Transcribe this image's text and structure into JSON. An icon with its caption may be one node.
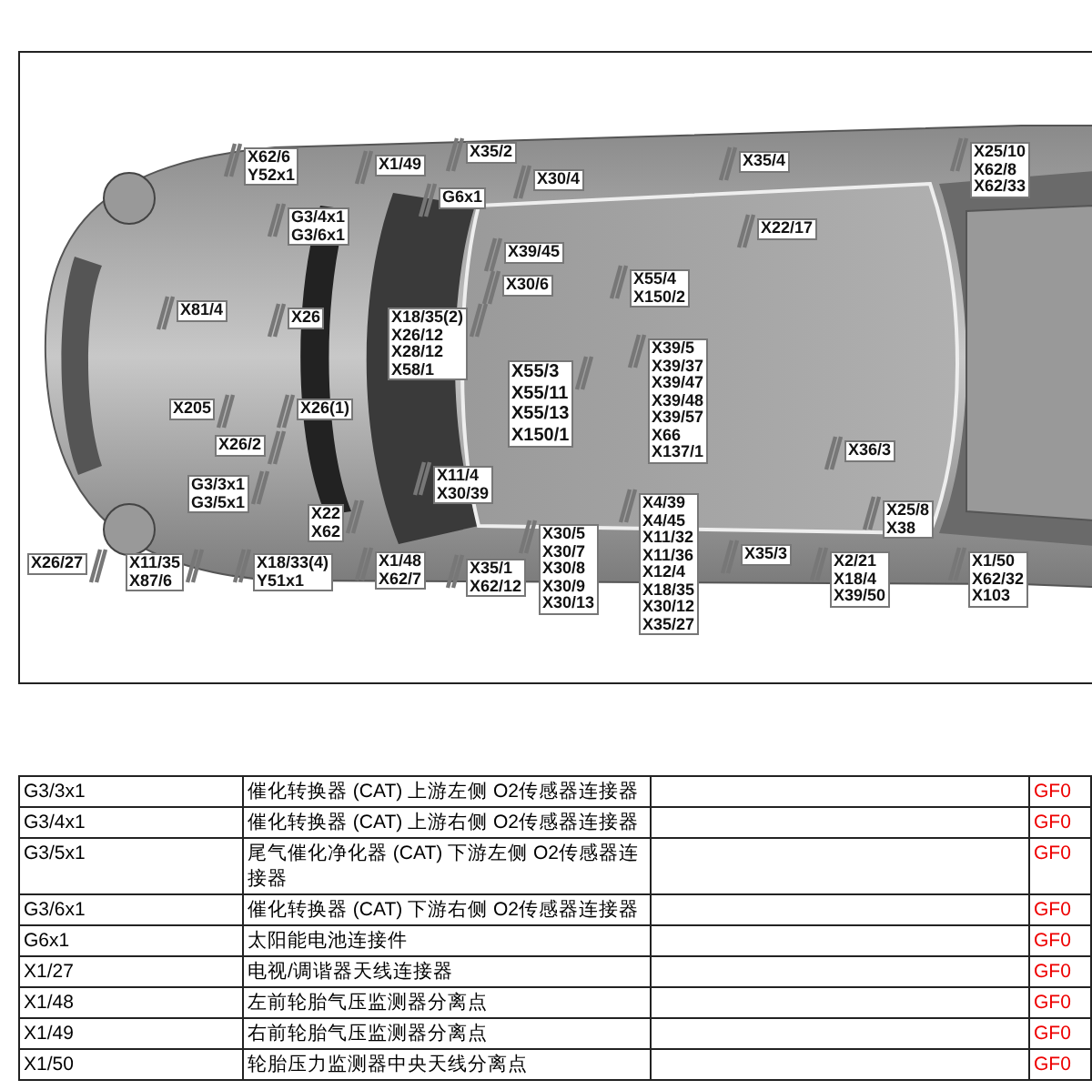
{
  "diagram": {
    "labels": [
      "X62/6",
      "Y52x1",
      "X1/49",
      "X35/2",
      "G6x1",
      "X30/4",
      "X35/4",
      "X25/10",
      "X62/8",
      "X62/33",
      "G3/4x1",
      "G3/6x1",
      "X39/45",
      "X22/17",
      "X30/6",
      "X55/4",
      "X150/2",
      "X81/4",
      "X26",
      "X18/35(2)",
      "X26/12",
      "X28/12",
      "X58/1",
      "X39/5",
      "X39/37",
      "X39/47",
      "X39/48",
      "X39/57",
      "X66",
      "X137/1",
      "X55/3",
      "X55/11",
      "X55/13",
      "X150/1",
      "X205",
      "X26(1)",
      "X26/2",
      "X36/3",
      "G3/3x1",
      "G3/5x1",
      "X11/4",
      "X30/39",
      "X4/39",
      "X4/45",
      "X11/32",
      "X11/36",
      "X12/4",
      "X18/35",
      "X30/12",
      "X35/27",
      "X22",
      "X62",
      "X30/5",
      "X30/7",
      "X30/8",
      "X30/9",
      "X30/13",
      "X25/8",
      "X38",
      "X26/27",
      "X11/35",
      "X87/6",
      "X18/33(4)",
      "Y51x1",
      "X1/48",
      "X62/7",
      "X35/1",
      "X62/12",
      "X35/3",
      "X2/21",
      "X18/4",
      "X39/50",
      "X1/50",
      "X62/32",
      "X103",
      "G3/3x1",
      "催化转换器 (CAT) 上游左侧 O2传感器连接器",
      "GF0",
      "G3/4x1",
      "催化转换器 (CAT) 上游右侧 O2传感器连接器",
      "GF0",
      "G3/5x1",
      "尾气催化净化器 (CAT) 下游左侧 O2传感器连接器",
      "GF0",
      "G3/6x1",
      "催化转换器 (CAT) 下游右侧 O2传感器连接器",
      "GF0",
      "G6x1",
      "太阳能电池连接件",
      "GF0",
      "X1/27",
      "电视/调谐器天线连接器",
      "GF0",
      "X1/48",
      "左前轮胎气压监测器分离点",
      "GF0",
      "X1/49",
      "右前轮胎气压监测器分离点",
      "GF0",
      "X1/50",
      "轮胎压力监测器中央天线分离点",
      "GF0"
    ]
  }
}
